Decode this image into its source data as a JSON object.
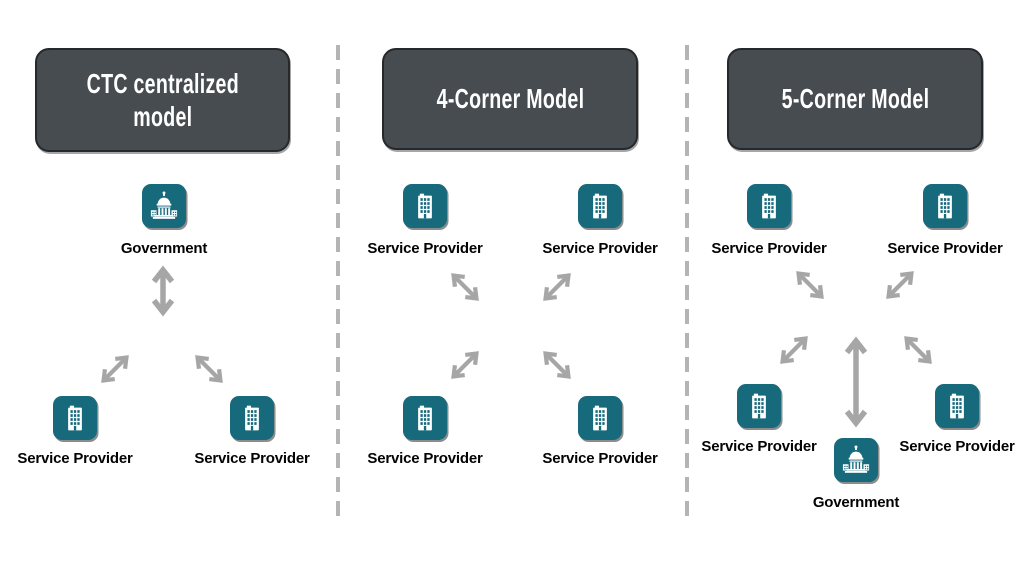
{
  "diagram": {
    "panels": [
      {
        "title": "CTC centralized\nmodel",
        "nodes": [
          {
            "type": "government",
            "label": "Government"
          },
          {
            "type": "service_provider",
            "label": "Service Provider"
          },
          {
            "type": "service_provider",
            "label": "Service Provider"
          }
        ]
      },
      {
        "title": "4-Corner Model",
        "nodes": [
          {
            "type": "service_provider",
            "label": "Service Provider"
          },
          {
            "type": "service_provider",
            "label": "Service Provider"
          },
          {
            "type": "service_provider",
            "label": "Service Provider"
          },
          {
            "type": "service_provider",
            "label": "Service Provider"
          }
        ]
      },
      {
        "title": "5-Corner Model",
        "nodes": [
          {
            "type": "service_provider",
            "label": "Service Provider"
          },
          {
            "type": "service_provider",
            "label": "Service Provider"
          },
          {
            "type": "service_provider",
            "label": "Service Provider"
          },
          {
            "type": "service_provider",
            "label": "Service Provider"
          },
          {
            "type": "government",
            "label": "Government"
          }
        ]
      }
    ],
    "icons": {
      "government": "capitol-building-icon",
      "service_provider": "office-building-icon",
      "link": "double-headed-arrow-icon"
    },
    "colors": {
      "header_bg": "#474C50",
      "header_text": "#FFFFFF",
      "tile_bg": "#17697C",
      "tile_glyph": "#FFFFFF",
      "arrow": "#A6A6A6",
      "divider": "#B4B4B4",
      "label_text": "#000000",
      "background": "#FFFFFF"
    }
  }
}
